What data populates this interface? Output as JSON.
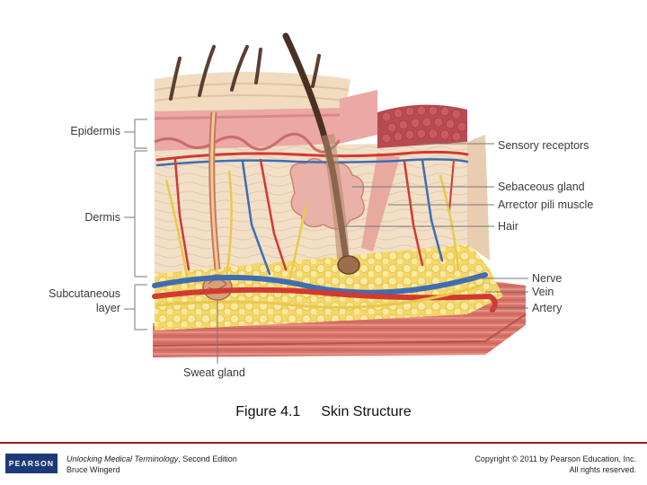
{
  "labels": {
    "epidermis": "Epidermis",
    "dermis": "Dermis",
    "subcutaneous_1": "Subcutaneous",
    "subcutaneous_2": "layer",
    "sensory_receptors": "Sensory receptors",
    "sebaceous_gland": "Sebaceous gland",
    "arrector_pili_muscle": "Arrector pili muscle",
    "hair": "Hair",
    "nerve": "Nerve",
    "vein": "Vein",
    "artery": "Artery",
    "sweat_gland": "Sweat gland"
  },
  "caption": {
    "figure_number": "Figure 4.1",
    "title": "Skin Structure"
  },
  "footer": {
    "logo_text": "PEARSON",
    "book_title": "Unlocking Medical Terminology",
    "edition": ", Second Edition",
    "author": "Bruce Wingerd",
    "copyright": "Copyright © 2011 by Pearson Education, Inc.",
    "rights": "All rights reserved."
  },
  "colors": {
    "epidermis": "#e9a3a1",
    "dermis": "#f1dcc4",
    "fat": "#f6e07a",
    "muscle": "#d9746a",
    "artery": "#d03a32",
    "vein": "#3f6db3",
    "nerve": "#e8c94a",
    "hair": "#5a3f30",
    "brand": "#1c3a78",
    "rule": "#8e1f1f"
  }
}
